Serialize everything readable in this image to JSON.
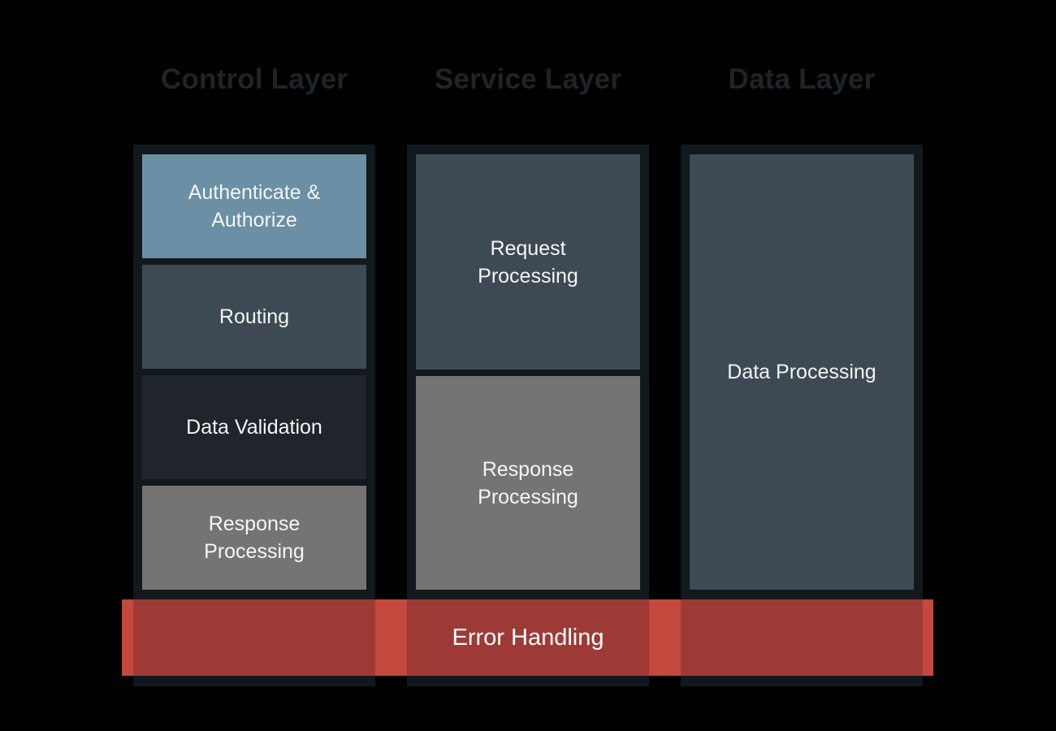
{
  "diagram": {
    "background_color": "#000000",
    "header_text_color": "#1e2428",
    "column_background_color": "#12181c",
    "box_text_color": "#f4f5f5",
    "columns": [
      {
        "title": "Control Layer",
        "boxes": [
          {
            "label": "Authenticate & Authorize",
            "color": "#6b8fa4"
          },
          {
            "label": "Routing",
            "color": "#3d4a53"
          },
          {
            "label": "Data Validation",
            "color": "#20252b"
          },
          {
            "label": "Response Processing",
            "color": "#767472"
          }
        ]
      },
      {
        "title": "Service Layer",
        "boxes": [
          {
            "label": "Request Processing",
            "color": "#3d4a53"
          },
          {
            "label": "Response Processing",
            "color": "#767472"
          }
        ]
      },
      {
        "title": "Data Layer",
        "boxes": [
          {
            "label": "Data Processing",
            "color": "#3d4a53"
          }
        ]
      }
    ],
    "error_bar": {
      "label": "Error Handling",
      "outer_color": "#c3493f",
      "inner_color": "#9e3a36",
      "text_color": "#ffffff"
    }
  }
}
